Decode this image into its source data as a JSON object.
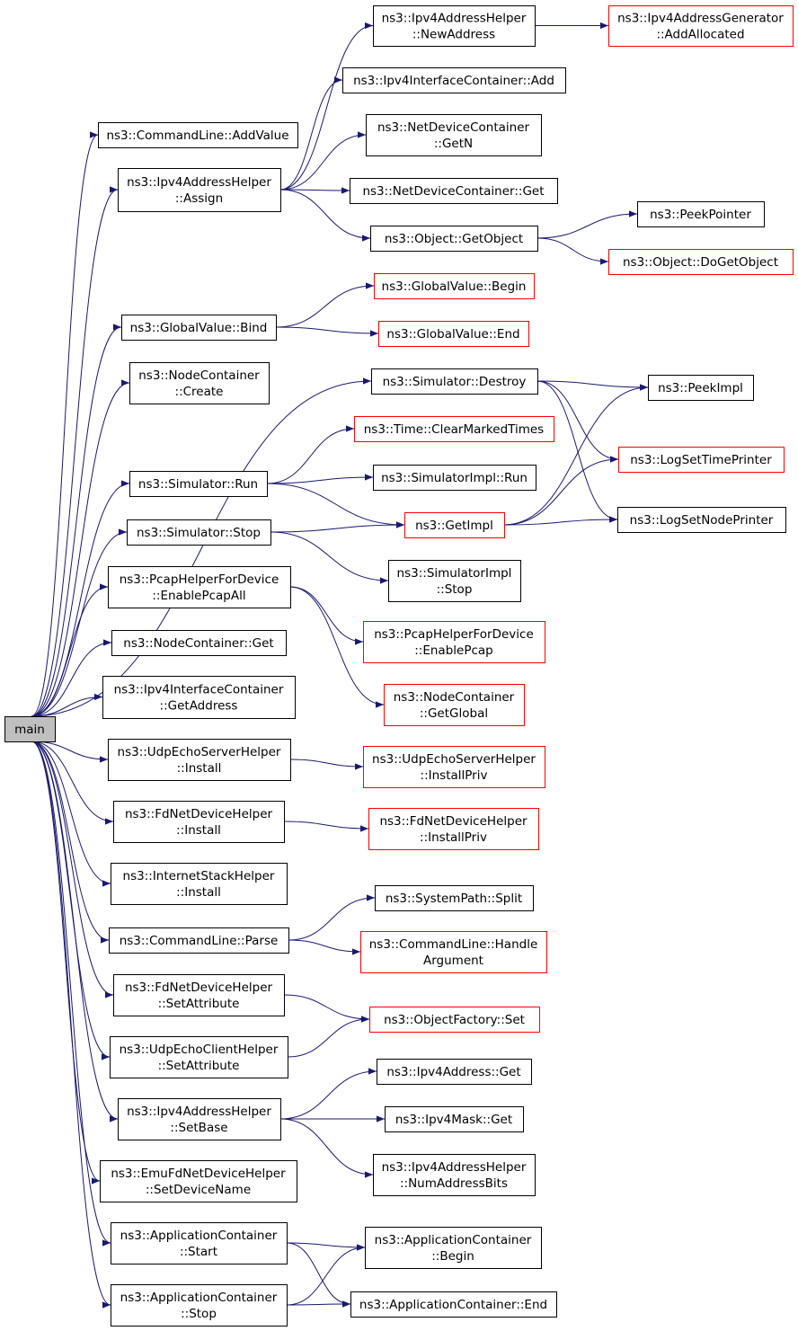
{
  "colors": {
    "edge": "#191970",
    "node_border": "#000000",
    "external_border": "#ff0000",
    "root_fill": "#bfbfbf",
    "node_fill": "#ffffff"
  },
  "graph": {
    "nodes": [
      {
        "id": "main",
        "lines": [
          "main"
        ],
        "kind": "root"
      },
      {
        "id": "cl_addvalue",
        "lines": [
          "ns3::CommandLine::AddValue"
        ],
        "kind": "normal"
      },
      {
        "id": "ipv4ah_assign",
        "lines": [
          "ns3::Ipv4AddressHelper",
          "::Assign"
        ],
        "kind": "normal"
      },
      {
        "id": "gv_bind",
        "lines": [
          "ns3::GlobalValue::Bind"
        ],
        "kind": "normal"
      },
      {
        "id": "nc_create",
        "lines": [
          "ns3::NodeContainer",
          "::Create"
        ],
        "kind": "normal"
      },
      {
        "id": "sim_run",
        "lines": [
          "ns3::Simulator::Run"
        ],
        "kind": "normal"
      },
      {
        "id": "sim_stop",
        "lines": [
          "ns3::Simulator::Stop"
        ],
        "kind": "normal"
      },
      {
        "id": "phfd_enablepcapall",
        "lines": [
          "ns3::PcapHelperForDevice",
          "::EnablePcapAll"
        ],
        "kind": "normal"
      },
      {
        "id": "nc_get",
        "lines": [
          "ns3::NodeContainer::Get"
        ],
        "kind": "normal"
      },
      {
        "id": "ipv4ic_getaddress",
        "lines": [
          "ns3::Ipv4InterfaceContainer",
          "::GetAddress"
        ],
        "kind": "normal"
      },
      {
        "id": "uesh_install",
        "lines": [
          "ns3::UdpEchoServerHelper",
          "::Install"
        ],
        "kind": "normal"
      },
      {
        "id": "fdndh_install",
        "lines": [
          "ns3::FdNetDeviceHelper",
          "::Install"
        ],
        "kind": "normal"
      },
      {
        "id": "ish_install",
        "lines": [
          "ns3::InternetStackHelper",
          "::Install"
        ],
        "kind": "normal"
      },
      {
        "id": "cl_parse",
        "lines": [
          "ns3::CommandLine::Parse"
        ],
        "kind": "normal"
      },
      {
        "id": "fdndh_setattr",
        "lines": [
          "ns3::FdNetDeviceHelper",
          "::SetAttribute"
        ],
        "kind": "normal"
      },
      {
        "id": "uech_setattr",
        "lines": [
          "ns3::UdpEchoClientHelper",
          "::SetAttribute"
        ],
        "kind": "normal"
      },
      {
        "id": "ipv4ah_setbase",
        "lines": [
          "ns3::Ipv4AddressHelper",
          "::SetBase"
        ],
        "kind": "normal"
      },
      {
        "id": "emufd_setdevname",
        "lines": [
          "ns3::EmuFdNetDeviceHelper",
          "::SetDeviceName"
        ],
        "kind": "normal"
      },
      {
        "id": "ac_start",
        "lines": [
          "ns3::ApplicationContainer",
          "::Start"
        ],
        "kind": "normal"
      },
      {
        "id": "ac_stop",
        "lines": [
          "ns3::ApplicationContainer",
          "::Stop"
        ],
        "kind": "normal"
      },
      {
        "id": "ipv4ah_newaddress",
        "lines": [
          "ns3::Ipv4AddressHelper",
          "::NewAddress"
        ],
        "kind": "normal"
      },
      {
        "id": "ipv4ic_add",
        "lines": [
          "ns3::Ipv4InterfaceContainer::Add"
        ],
        "kind": "normal"
      },
      {
        "id": "ndc_getn",
        "lines": [
          "ns3::NetDeviceContainer",
          "::GetN"
        ],
        "kind": "normal"
      },
      {
        "id": "ndc_get",
        "lines": [
          "ns3::NetDeviceContainer::Get"
        ],
        "kind": "normal"
      },
      {
        "id": "obj_getobject",
        "lines": [
          "ns3::Object::GetObject"
        ],
        "kind": "normal"
      },
      {
        "id": "gv_begin",
        "lines": [
          "ns3::GlobalValue::Begin"
        ],
        "kind": "external"
      },
      {
        "id": "gv_end",
        "lines": [
          "ns3::GlobalValue::End"
        ],
        "kind": "external"
      },
      {
        "id": "sim_destroy",
        "lines": [
          "ns3::Simulator::Destroy"
        ],
        "kind": "normal"
      },
      {
        "id": "time_clearmarked",
        "lines": [
          "ns3::Time::ClearMarkedTimes"
        ],
        "kind": "external"
      },
      {
        "id": "simimpl_run",
        "lines": [
          "ns3::SimulatorImpl::Run"
        ],
        "kind": "normal"
      },
      {
        "id": "getimpl",
        "lines": [
          "ns3::GetImpl"
        ],
        "kind": "external"
      },
      {
        "id": "simimpl_stop",
        "lines": [
          "ns3::SimulatorImpl",
          "::Stop"
        ],
        "kind": "normal"
      },
      {
        "id": "phfd_enablepcap",
        "lines": [
          "ns3::PcapHelperForDevice",
          "::EnablePcap"
        ],
        "kind": "external"
      },
      {
        "id": "nc_getglobal",
        "lines": [
          "ns3::NodeContainer",
          "::GetGlobal"
        ],
        "kind": "external"
      },
      {
        "id": "uesh_installpriv",
        "lines": [
          "ns3::UdpEchoServerHelper",
          "::InstallPriv"
        ],
        "kind": "external"
      },
      {
        "id": "fdndh_installpriv",
        "lines": [
          "ns3::FdNetDeviceHelper",
          "::InstallPriv"
        ],
        "kind": "external"
      },
      {
        "id": "sp_split",
        "lines": [
          "ns3::SystemPath::Split"
        ],
        "kind": "normal"
      },
      {
        "id": "cl_handlearg",
        "lines": [
          "ns3::CommandLine::Handle",
          "Argument"
        ],
        "kind": "external"
      },
      {
        "id": "of_set",
        "lines": [
          "ns3::ObjectFactory::Set"
        ],
        "kind": "external"
      },
      {
        "id": "ipv4addr_get",
        "lines": [
          "ns3::Ipv4Address::Get"
        ],
        "kind": "normal"
      },
      {
        "id": "ipv4mask_get",
        "lines": [
          "ns3::Ipv4Mask::Get"
        ],
        "kind": "normal"
      },
      {
        "id": "ipv4ah_numaddrbits",
        "lines": [
          "ns3::Ipv4AddressHelper",
          "::NumAddressBits"
        ],
        "kind": "normal"
      },
      {
        "id": "ac_begin",
        "lines": [
          "ns3::ApplicationContainer",
          "::Begin"
        ],
        "kind": "normal"
      },
      {
        "id": "ac_end",
        "lines": [
          "ns3::ApplicationContainer::End"
        ],
        "kind": "normal"
      },
      {
        "id": "ipv4ag_addallocated",
        "lines": [
          "ns3::Ipv4AddressGenerator",
          "::AddAllocated"
        ],
        "kind": "external"
      },
      {
        "id": "peekpointer",
        "lines": [
          "ns3::PeekPointer"
        ],
        "kind": "normal"
      },
      {
        "id": "obj_dogetobject",
        "lines": [
          "ns3::Object::DoGetObject"
        ],
        "kind": "external"
      },
      {
        "id": "peekimpl",
        "lines": [
          "ns3::PeekImpl"
        ],
        "kind": "normal"
      },
      {
        "id": "logsettimeprinter",
        "lines": [
          "ns3::LogSetTimePrinter"
        ],
        "kind": "external"
      },
      {
        "id": "logsetnodeprinter",
        "lines": [
          "ns3::LogSetNodePrinter"
        ],
        "kind": "normal"
      }
    ],
    "edges": [
      [
        "main",
        "cl_addvalue"
      ],
      [
        "main",
        "ipv4ah_assign"
      ],
      [
        "main",
        "gv_bind"
      ],
      [
        "main",
        "nc_create"
      ],
      [
        "main",
        "sim_destroy"
      ],
      [
        "main",
        "sim_run"
      ],
      [
        "main",
        "sim_stop"
      ],
      [
        "main",
        "phfd_enablepcapall"
      ],
      [
        "main",
        "nc_get"
      ],
      [
        "main",
        "ipv4ic_getaddress"
      ],
      [
        "main",
        "uesh_install"
      ],
      [
        "main",
        "fdndh_install"
      ],
      [
        "main",
        "ish_install"
      ],
      [
        "main",
        "cl_parse"
      ],
      [
        "main",
        "fdndh_setattr"
      ],
      [
        "main",
        "uech_setattr"
      ],
      [
        "main",
        "ipv4ah_setbase"
      ],
      [
        "main",
        "emufd_setdevname"
      ],
      [
        "main",
        "ac_start"
      ],
      [
        "main",
        "ac_stop"
      ],
      [
        "ipv4ah_assign",
        "ipv4ah_newaddress"
      ],
      [
        "ipv4ah_assign",
        "ipv4ic_add"
      ],
      [
        "ipv4ah_assign",
        "ndc_getn"
      ],
      [
        "ipv4ah_assign",
        "ndc_get"
      ],
      [
        "ipv4ah_assign",
        "obj_getobject"
      ],
      [
        "ipv4ah_newaddress",
        "ipv4ag_addallocated"
      ],
      [
        "obj_getobject",
        "peekpointer"
      ],
      [
        "obj_getobject",
        "obj_dogetobject"
      ],
      [
        "gv_bind",
        "gv_begin"
      ],
      [
        "gv_bind",
        "gv_end"
      ],
      [
        "sim_destroy",
        "peekimpl"
      ],
      [
        "sim_destroy",
        "logsettimeprinter"
      ],
      [
        "sim_destroy",
        "logsetnodeprinter"
      ],
      [
        "sim_run",
        "time_clearmarked"
      ],
      [
        "sim_run",
        "simimpl_run"
      ],
      [
        "sim_run",
        "getimpl"
      ],
      [
        "sim_stop",
        "getimpl"
      ],
      [
        "sim_stop",
        "simimpl_stop"
      ],
      [
        "getimpl",
        "peekimpl"
      ],
      [
        "getimpl",
        "logsettimeprinter"
      ],
      [
        "getimpl",
        "logsetnodeprinter"
      ],
      [
        "phfd_enablepcapall",
        "phfd_enablepcap"
      ],
      [
        "phfd_enablepcapall",
        "nc_getglobal"
      ],
      [
        "uesh_install",
        "uesh_installpriv"
      ],
      [
        "fdndh_install",
        "fdndh_installpriv"
      ],
      [
        "cl_parse",
        "sp_split"
      ],
      [
        "cl_parse",
        "cl_handlearg"
      ],
      [
        "fdndh_setattr",
        "of_set"
      ],
      [
        "uech_setattr",
        "of_set"
      ],
      [
        "ipv4ah_setbase",
        "ipv4addr_get"
      ],
      [
        "ipv4ah_setbase",
        "ipv4mask_get"
      ],
      [
        "ipv4ah_setbase",
        "ipv4ah_numaddrbits"
      ],
      [
        "ac_start",
        "ac_begin"
      ],
      [
        "ac_start",
        "ac_end"
      ],
      [
        "ac_stop",
        "ac_begin"
      ],
      [
        "ac_stop",
        "ac_end"
      ]
    ]
  }
}
